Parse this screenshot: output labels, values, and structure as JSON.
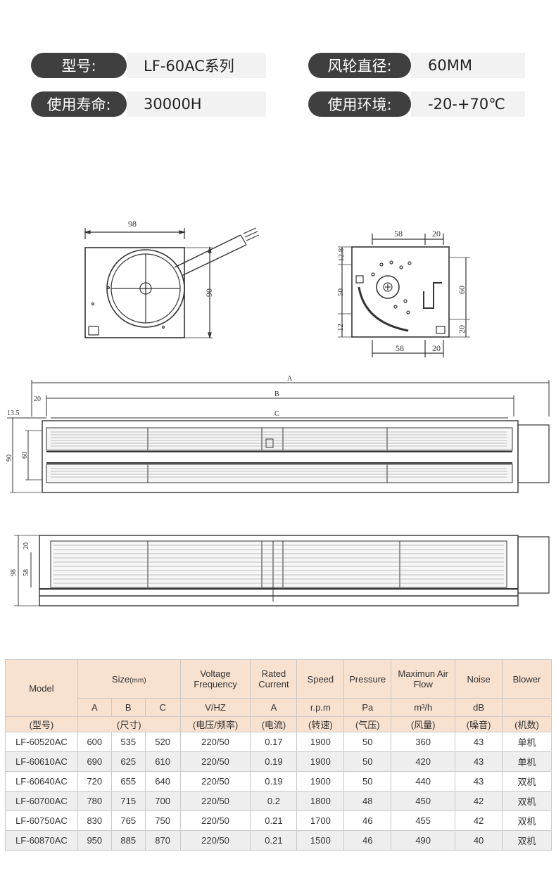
{
  "specs": [
    {
      "label": "型号:",
      "value": "LF-60AC系列"
    },
    {
      "label": "风轮直径:",
      "value": "60MM"
    },
    {
      "label": "使用寿命:",
      "value": "30000H"
    },
    {
      "label": "使用环境:",
      "value": "-20-+70℃"
    }
  ],
  "drawings": {
    "front_view": {
      "top": "98",
      "side": "90"
    },
    "side_view": {
      "top_a": "58",
      "top_b": "20",
      "left_a": "12.8",
      "left_b": "50",
      "left_c": "12",
      "right_a": "60",
      "right_b": "20",
      "bottom_a": "58",
      "bottom_b": "20"
    },
    "long_view": {
      "a": "A",
      "b": "B",
      "c": "C",
      "d20": "20",
      "d135": "13.5",
      "h90": "90",
      "h60": "60"
    },
    "top_view": {
      "w98": "98",
      "w20": "20",
      "w58": "58"
    }
  },
  "table": {
    "headers": {
      "model": "Model",
      "size": "Size",
      "size_unit": "(mm)",
      "voltage": "Voltage Frequency",
      "current": "Rated Current",
      "speed": "Speed",
      "pressure": "Pressure",
      "airflow": "Maximun Air Flow",
      "noise": "Noise",
      "blower": "Blower"
    },
    "units": {
      "a": "A",
      "b": "B",
      "c": "C",
      "voltage": "V/HZ",
      "current": "A",
      "speed": "r.p.m",
      "pressure": "Pa",
      "airflow": "m³/h",
      "noise": "dB"
    },
    "cn": {
      "model": "(型号)",
      "size": "(尺寸)",
      "voltage": "(电压/频率)",
      "current": "(电流)",
      "speed": "(转速)",
      "pressure": "(气压)",
      "airflow": "(风量)",
      "noise": "(噪音)",
      "blower": "(机数)"
    },
    "rows": [
      [
        "LF-60520AC",
        "600",
        "535",
        "520",
        "220/50",
        "0.17",
        "1900",
        "50",
        "360",
        "43",
        "单机"
      ],
      [
        "LF-60610AC",
        "690",
        "625",
        "610",
        "220/50",
        "0.19",
        "1900",
        "50",
        "420",
        "43",
        "单机"
      ],
      [
        "LF-60640AC",
        "720",
        "655",
        "640",
        "220/50",
        "0.19",
        "1900",
        "50",
        "440",
        "43",
        "双机"
      ],
      [
        "LF-60700AC",
        "780",
        "715",
        "700",
        "220/50",
        "0.2",
        "1800",
        "48",
        "450",
        "42",
        "双机"
      ],
      [
        "LF-60750AC",
        "830",
        "765",
        "750",
        "220/50",
        "0.21",
        "1700",
        "46",
        "455",
        "42",
        "双机"
      ],
      [
        "LF-60870AC",
        "950",
        "885",
        "870",
        "220/50",
        "0.21",
        "1500",
        "46",
        "490",
        "40",
        "双机"
      ]
    ]
  }
}
